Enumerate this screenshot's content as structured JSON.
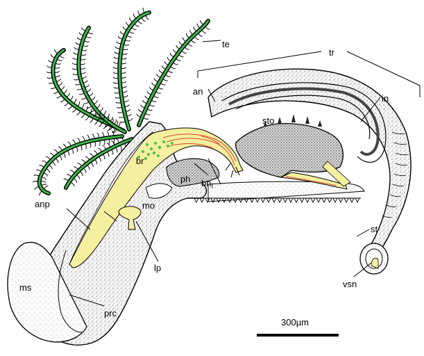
{
  "figure": {
    "labels": {
      "te": "te",
      "tr": "tr",
      "an": "an",
      "in": "in",
      "sto": "sto",
      "br": "br",
      "ph": "ph",
      "bn_main": "bn",
      "bn_sub": "I",
      "mo": "mo",
      "anp": "anp",
      "lp": "lp",
      "st": "st",
      "ms": "ms",
      "prc": "prc",
      "vsn": "vsn"
    },
    "scale_bar": {
      "label": "300µm"
    },
    "colors": {
      "tentacle_line": "#3cb84a",
      "nerve_fill": "#f5f0a0",
      "nerve_vessel": "#d9422a",
      "nerve_spots": "#55c255",
      "stipple": "#bdbdbd",
      "outline": "#000000"
    }
  }
}
